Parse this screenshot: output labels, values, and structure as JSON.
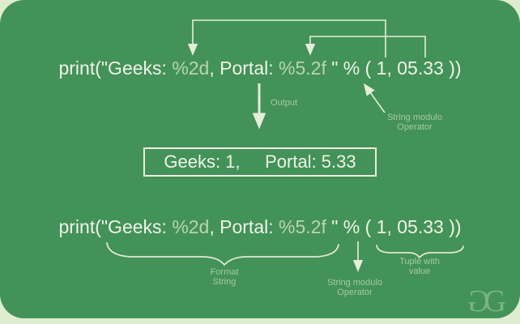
{
  "colors": {
    "page_bg": "#deecd0",
    "panel_bg": "#43925a",
    "text_bright": "#eff4e4",
    "format_spec_dim": "#b9d6ae",
    "annotation_text": "#a6ca9f",
    "arrow_line": "#e5eed9",
    "logo_green": "#7ab287"
  },
  "code": {
    "segments": [
      {
        "text": "print(\"Geeks: "
      },
      {
        "text": "%2d"
      },
      {
        "text": ", Portal: "
      },
      {
        "text": "%5.2f"
      },
      {
        "text": " \" % ( 1, 05.33 ))"
      }
    ]
  },
  "output_box": {
    "text": "Geeks: 1,     Portal: 5.33"
  },
  "labels": {
    "output": "Output",
    "string_modulo_top": "String modulo\nOperator",
    "format_string": "Format\nString",
    "string_modulo_bottom": "String modulo\nOperator",
    "tuple_with_value": "Tuple with\nvalue"
  },
  "logo": {
    "left": "G",
    "right": "G"
  }
}
